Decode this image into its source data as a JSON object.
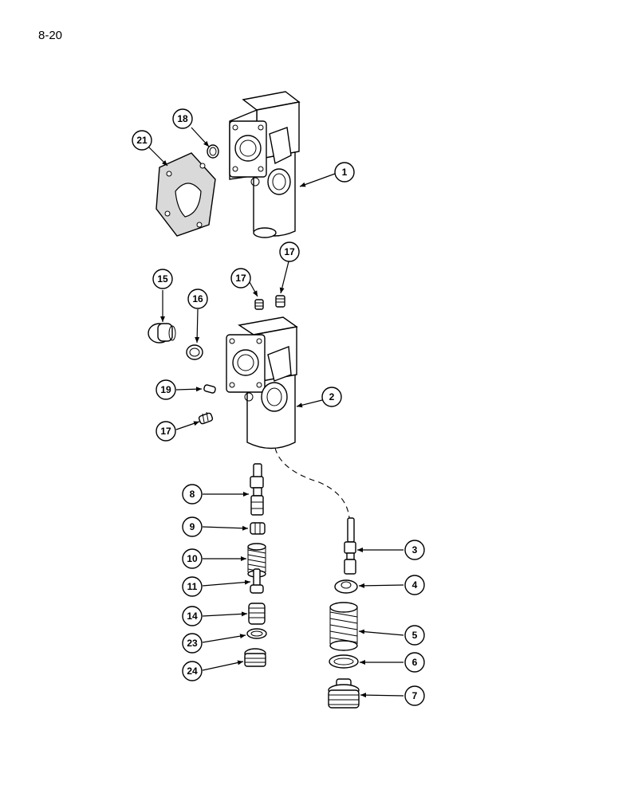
{
  "page": {
    "number": "8-20"
  },
  "callouts": {
    "c1": "1",
    "c2": "2",
    "c3": "3",
    "c4": "4",
    "c5": "5",
    "c6": "6",
    "c7": "7",
    "c8": "8",
    "c9": "9",
    "c10": "10",
    "c11": "11",
    "c14": "14",
    "c15": "15",
    "c16": "16",
    "c17a": "17",
    "c17b": "17",
    "c17c": "17",
    "c18": "18",
    "c19": "19",
    "c21": "21",
    "c23": "23",
    "c24": "24"
  }
}
